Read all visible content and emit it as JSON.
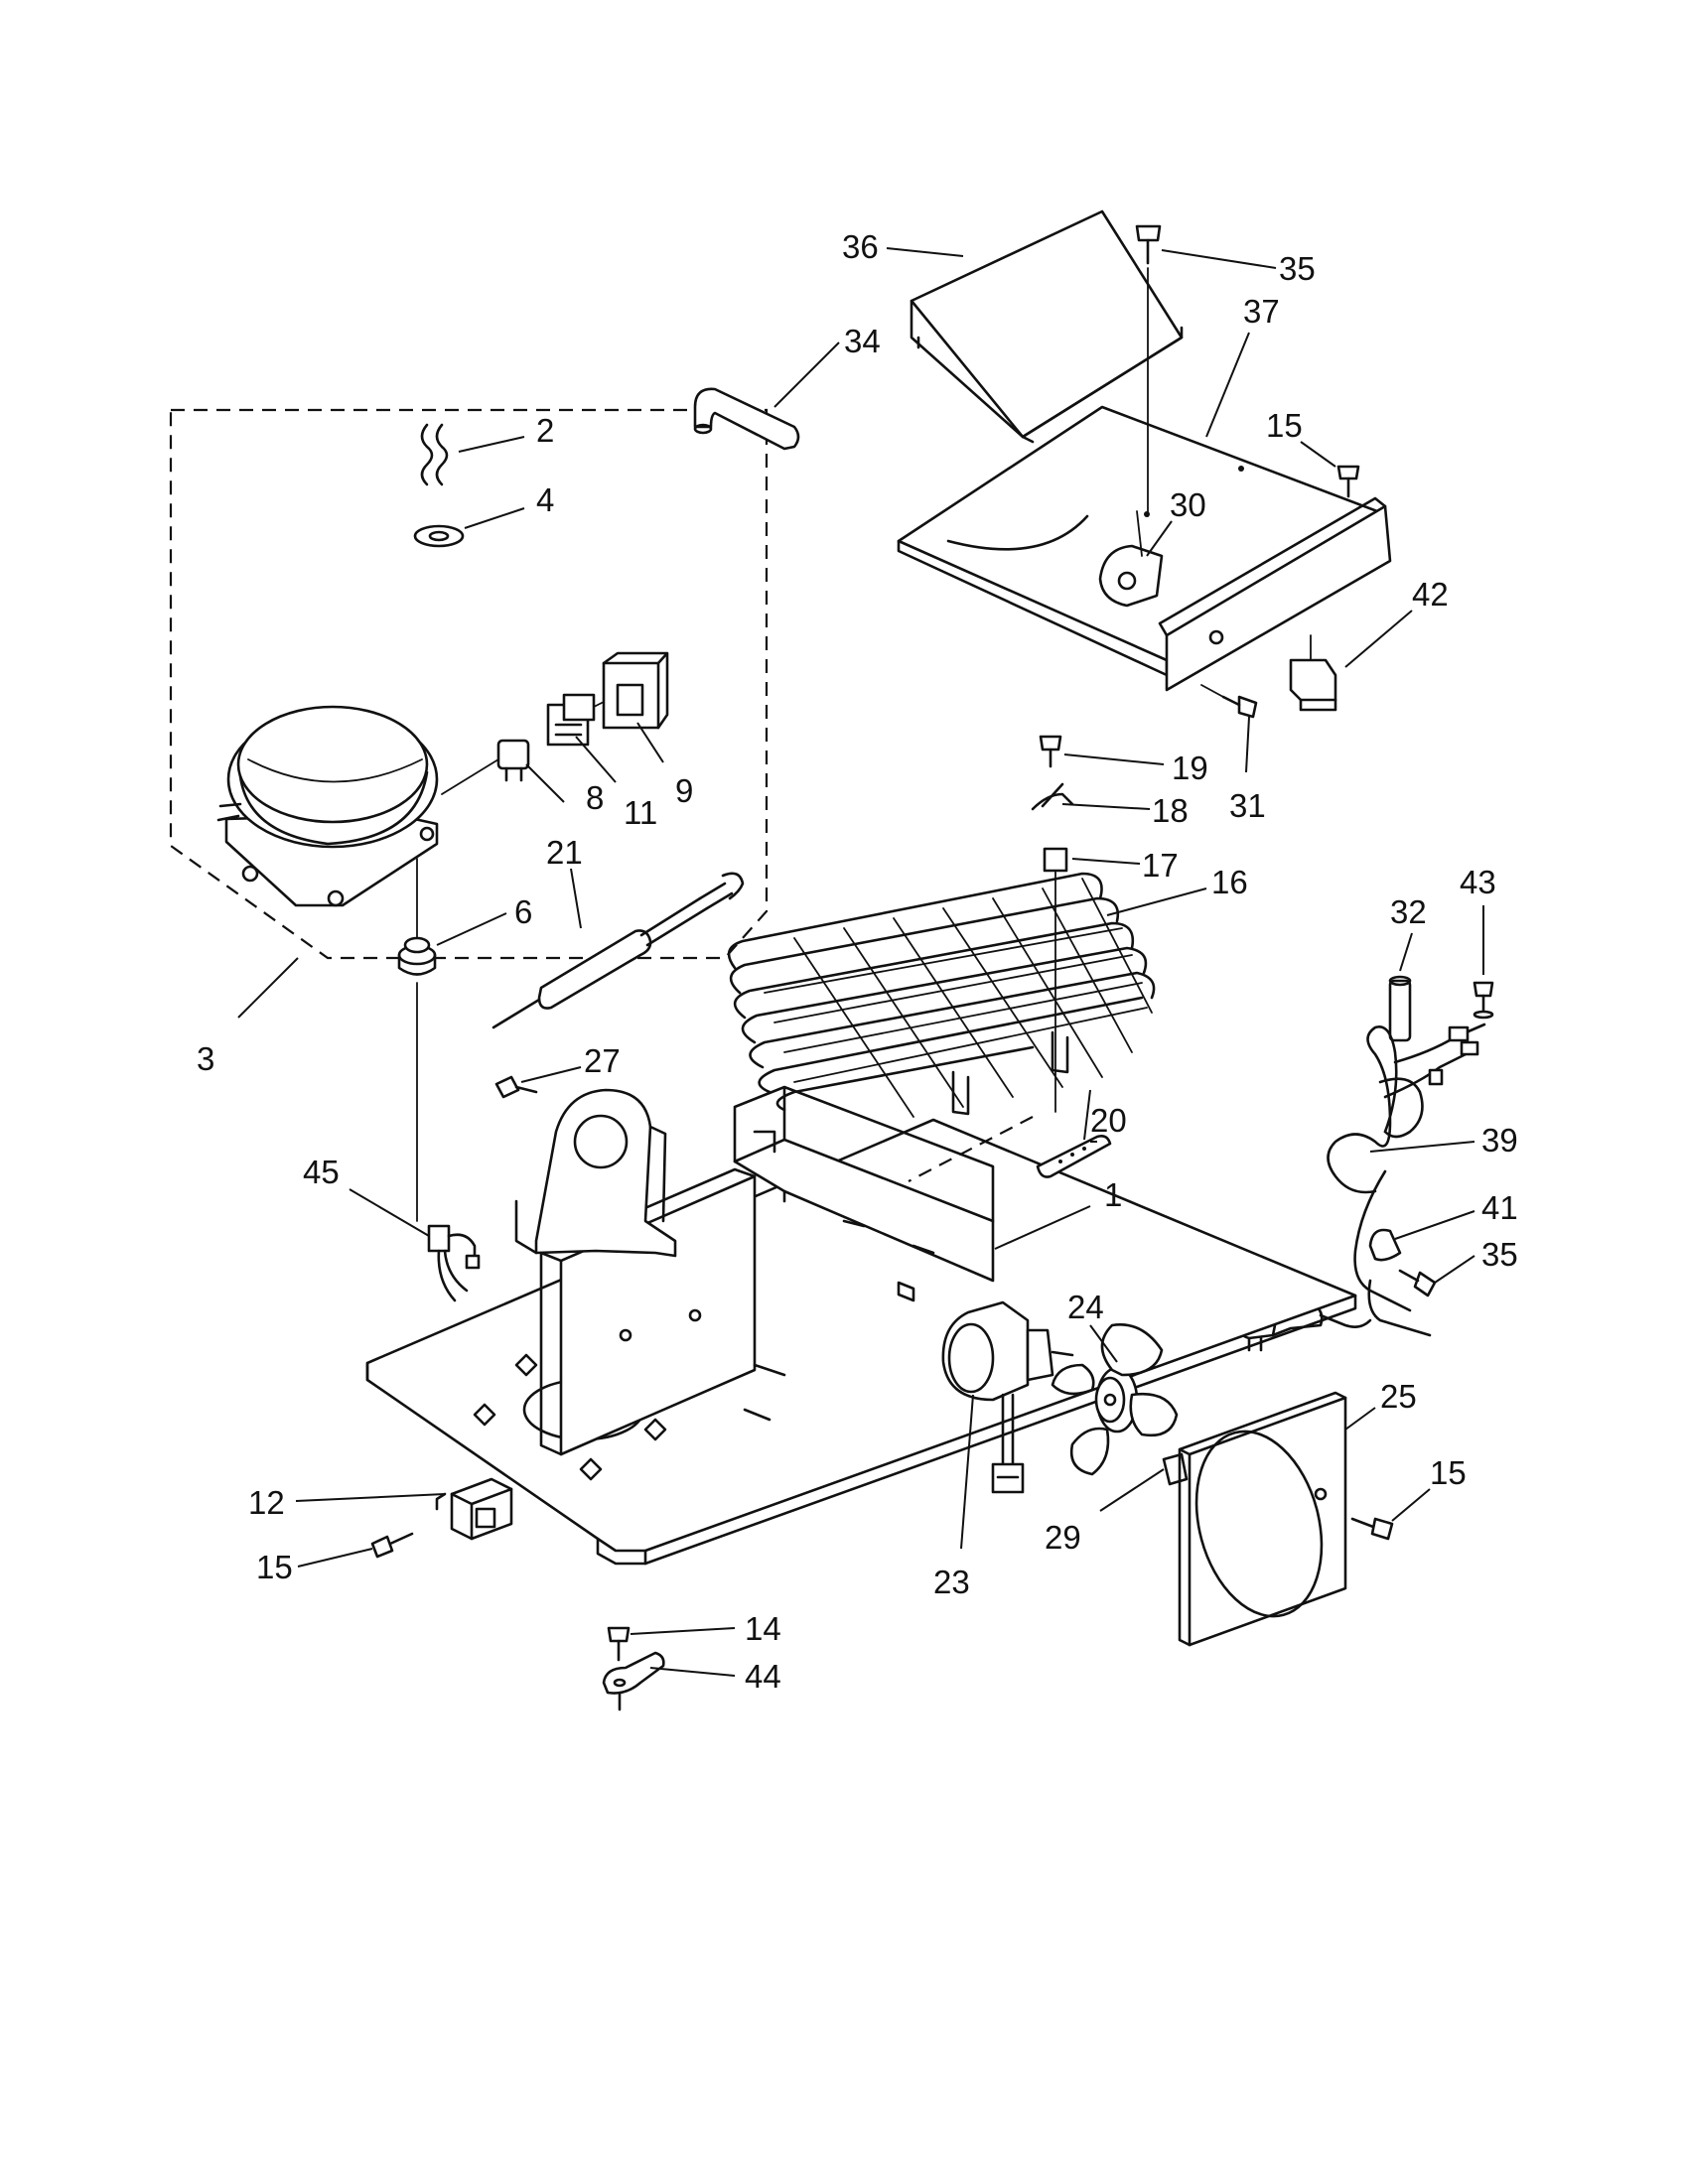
{
  "diagram": {
    "callouts": [
      {
        "id": "c36",
        "label": "36"
      },
      {
        "id": "c35a",
        "label": "35"
      },
      {
        "id": "c37",
        "label": "37"
      },
      {
        "id": "c34",
        "label": "34"
      },
      {
        "id": "c2",
        "label": "2"
      },
      {
        "id": "c4",
        "label": "4"
      },
      {
        "id": "c15a",
        "label": "15"
      },
      {
        "id": "c30",
        "label": "30"
      },
      {
        "id": "c42",
        "label": "42"
      },
      {
        "id": "c9",
        "label": "9"
      },
      {
        "id": "c11",
        "label": "11"
      },
      {
        "id": "c8",
        "label": "8"
      },
      {
        "id": "c19",
        "label": "19"
      },
      {
        "id": "c18",
        "label": "18"
      },
      {
        "id": "c31",
        "label": "31"
      },
      {
        "id": "c21",
        "label": "21"
      },
      {
        "id": "c17",
        "label": "17"
      },
      {
        "id": "c16",
        "label": "16"
      },
      {
        "id": "c6",
        "label": "6"
      },
      {
        "id": "c32",
        "label": "32"
      },
      {
        "id": "c43",
        "label": "43"
      },
      {
        "id": "c3",
        "label": "3"
      },
      {
        "id": "c27",
        "label": "27"
      },
      {
        "id": "c20",
        "label": "20"
      },
      {
        "id": "c39",
        "label": "39"
      },
      {
        "id": "c45",
        "label": "45"
      },
      {
        "id": "c1",
        "label": "1"
      },
      {
        "id": "c41",
        "label": "41"
      },
      {
        "id": "c35b",
        "label": "35"
      },
      {
        "id": "c24",
        "label": "24"
      },
      {
        "id": "c25",
        "label": "25"
      },
      {
        "id": "c15b",
        "label": "15"
      },
      {
        "id": "c12",
        "label": "12"
      },
      {
        "id": "c29",
        "label": "29"
      },
      {
        "id": "c15c",
        "label": "15"
      },
      {
        "id": "c23",
        "label": "23"
      },
      {
        "id": "c14",
        "label": "14"
      },
      {
        "id": "c44",
        "label": "44"
      }
    ]
  }
}
